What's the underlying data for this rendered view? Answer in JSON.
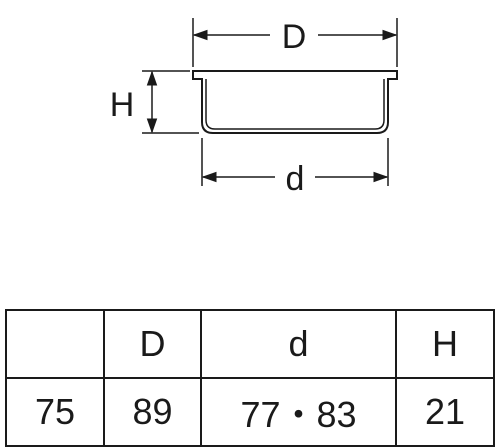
{
  "drawing": {
    "label_D": "D",
    "label_H": "H",
    "label_d": "d"
  },
  "table": {
    "headers": [
      "",
      "D",
      "d",
      "H"
    ],
    "rows": [
      [
        "75",
        "89",
        "77・83",
        "21"
      ]
    ]
  }
}
